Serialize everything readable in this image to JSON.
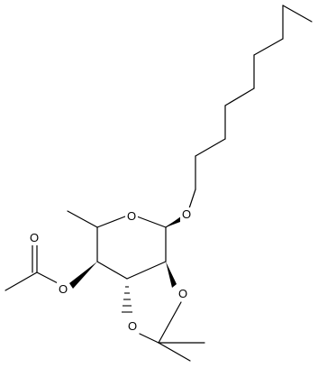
{
  "molecule": {
    "atoms": [
      {
        "id": "a0",
        "label": "O"
      },
      {
        "id": "a1",
        "label": "O"
      },
      {
        "id": "a2",
        "label": "O"
      },
      {
        "id": "a3",
        "label": "O"
      },
      {
        "id": "a4",
        "label": "O"
      },
      {
        "id": "a5",
        "label": "O"
      }
    ],
    "bonds": [
      {
        "kind": "single"
      },
      {
        "kind": "single"
      },
      {
        "kind": "single"
      },
      {
        "kind": "single"
      },
      {
        "kind": "single"
      },
      {
        "kind": "single"
      },
      {
        "kind": "single"
      },
      {
        "kind": "single"
      },
      {
        "kind": "single"
      },
      {
        "kind": "single"
      },
      {
        "kind": "single"
      },
      {
        "kind": "single"
      },
      {
        "kind": "single"
      },
      {
        "kind": "single"
      },
      {
        "kind": "single"
      },
      {
        "kind": "single"
      },
      {
        "kind": "single"
      },
      {
        "kind": "single"
      },
      {
        "kind": "double"
      },
      {
        "kind": "single"
      },
      {
        "kind": "single"
      },
      {
        "kind": "single"
      },
      {
        "kind": "single"
      },
      {
        "kind": "single"
      },
      {
        "kind": "single"
      },
      {
        "kind": "wedge"
      },
      {
        "kind": "wedge"
      },
      {
        "kind": "wedge"
      },
      {
        "kind": "hash"
      },
      {
        "kind": "hash"
      },
      {
        "kind": "hash"
      }
    ],
    "colors": {
      "bond": "#000000",
      "label": "#000000",
      "background": "#ffffff"
    }
  }
}
